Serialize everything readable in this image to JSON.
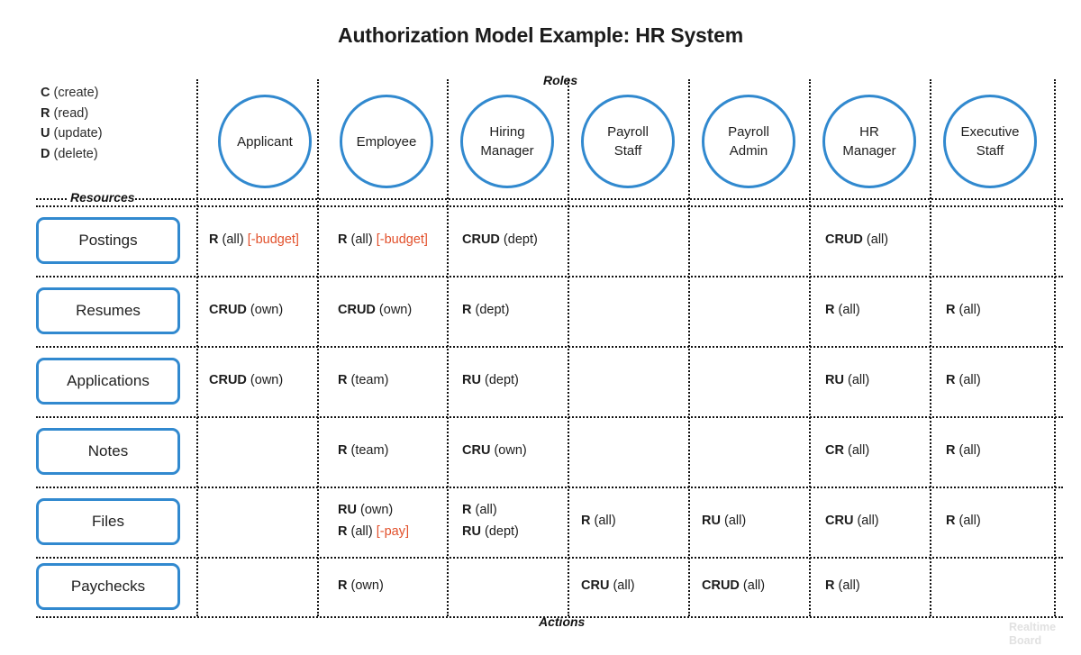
{
  "title": "Authorization Model Example: HR System",
  "captions": {
    "roles": "Roles",
    "actions": "Actions",
    "resources": "Resources"
  },
  "colors": {
    "accent_blue": "#3189cf",
    "note_red": "#e2502b",
    "grid": "#111111",
    "watermark": "#e1e1e1"
  },
  "legend": [
    {
      "letter": "C",
      "meaning": "(create)"
    },
    {
      "letter": "R",
      "meaning": "(read)"
    },
    {
      "letter": "U",
      "meaning": "(update)"
    },
    {
      "letter": "D",
      "meaning": "(delete)"
    }
  ],
  "roles": [
    {
      "id": "applicant",
      "label": "Applicant"
    },
    {
      "id": "employee",
      "label": "Employee"
    },
    {
      "id": "hiring-manager",
      "label": "Hiring\nManager"
    },
    {
      "id": "payroll-staff",
      "label": "Payroll\nStaff"
    },
    {
      "id": "payroll-admin",
      "label": "Payroll\nAdmin"
    },
    {
      "id": "hr-manager",
      "label": "HR\nManager"
    },
    {
      "id": "executive-staff",
      "label": "Executive\nStaff"
    }
  ],
  "resources": [
    {
      "id": "postings",
      "label": "Postings"
    },
    {
      "id": "resumes",
      "label": "Resumes"
    },
    {
      "id": "applications",
      "label": "Applications"
    },
    {
      "id": "notes",
      "label": "Notes"
    },
    {
      "id": "files",
      "label": "Files"
    },
    {
      "id": "paychecks",
      "label": "Paychecks"
    }
  ],
  "matrix": [
    {
      "resource": "Postings",
      "cells": [
        {
          "role": "Applicant",
          "entries": [
            {
              "perm": "R",
              "scope": "(all)",
              "note": "[-budget]"
            }
          ]
        },
        {
          "role": "Employee",
          "entries": [
            {
              "perm": "R",
              "scope": "(all)",
              "note": "[-budget]"
            }
          ]
        },
        {
          "role": "Hiring Manager",
          "entries": [
            {
              "perm": "CRUD",
              "scope": "(dept)",
              "note": ""
            }
          ]
        },
        {
          "role": "Payroll Staff",
          "entries": []
        },
        {
          "role": "Payroll Admin",
          "entries": []
        },
        {
          "role": "HR Manager",
          "entries": [
            {
              "perm": "CRUD",
              "scope": "(all)",
              "note": ""
            }
          ]
        },
        {
          "role": "Executive Staff",
          "entries": []
        }
      ]
    },
    {
      "resource": "Resumes",
      "cells": [
        {
          "role": "Applicant",
          "entries": [
            {
              "perm": "CRUD",
              "scope": "(own)",
              "note": ""
            }
          ]
        },
        {
          "role": "Employee",
          "entries": [
            {
              "perm": "CRUD",
              "scope": "(own)",
              "note": ""
            }
          ]
        },
        {
          "role": "Hiring Manager",
          "entries": [
            {
              "perm": "R",
              "scope": "(dept)",
              "note": ""
            }
          ]
        },
        {
          "role": "Payroll Staff",
          "entries": []
        },
        {
          "role": "Payroll Admin",
          "entries": []
        },
        {
          "role": "HR Manager",
          "entries": [
            {
              "perm": "R",
              "scope": "(all)",
              "note": ""
            }
          ]
        },
        {
          "role": "Executive Staff",
          "entries": [
            {
              "perm": "R",
              "scope": "(all)",
              "note": ""
            }
          ]
        }
      ]
    },
    {
      "resource": "Applications",
      "cells": [
        {
          "role": "Applicant",
          "entries": [
            {
              "perm": "CRUD",
              "scope": "(own)",
              "note": ""
            }
          ]
        },
        {
          "role": "Employee",
          "entries": [
            {
              "perm": "R",
              "scope": "(team)",
              "note": ""
            }
          ]
        },
        {
          "role": "Hiring Manager",
          "entries": [
            {
              "perm": "RU",
              "scope": "(dept)",
              "note": ""
            }
          ]
        },
        {
          "role": "Payroll Staff",
          "entries": []
        },
        {
          "role": "Payroll Admin",
          "entries": []
        },
        {
          "role": "HR Manager",
          "entries": [
            {
              "perm": "RU",
              "scope": "(all)",
              "note": ""
            }
          ]
        },
        {
          "role": "Executive Staff",
          "entries": [
            {
              "perm": "R",
              "scope": "(all)",
              "note": ""
            }
          ]
        }
      ]
    },
    {
      "resource": "Notes",
      "cells": [
        {
          "role": "Applicant",
          "entries": []
        },
        {
          "role": "Employee",
          "entries": [
            {
              "perm": "R",
              "scope": "(team)",
              "note": ""
            }
          ]
        },
        {
          "role": "Hiring Manager",
          "entries": [
            {
              "perm": "CRU",
              "scope": "(own)",
              "note": ""
            }
          ]
        },
        {
          "role": "Payroll Staff",
          "entries": []
        },
        {
          "role": "Payroll Admin",
          "entries": []
        },
        {
          "role": "HR Manager",
          "entries": [
            {
              "perm": "CR",
              "scope": "(all)",
              "note": ""
            }
          ]
        },
        {
          "role": "Executive Staff",
          "entries": [
            {
              "perm": "R",
              "scope": "(all)",
              "note": ""
            }
          ]
        }
      ]
    },
    {
      "resource": "Files",
      "cells": [
        {
          "role": "Applicant",
          "entries": []
        },
        {
          "role": "Employee",
          "entries": [
            {
              "perm": "RU",
              "scope": "(own)",
              "note": ""
            },
            {
              "perm": "R",
              "scope": "(all)",
              "note": "[-pay]"
            }
          ]
        },
        {
          "role": "Hiring Manager",
          "entries": [
            {
              "perm": "R",
              "scope": "(all)",
              "note": ""
            },
            {
              "perm": "RU",
              "scope": "(dept)",
              "note": ""
            }
          ]
        },
        {
          "role": "Payroll Staff",
          "entries": [
            {
              "perm": "R",
              "scope": "(all)",
              "note": ""
            }
          ]
        },
        {
          "role": "Payroll Admin",
          "entries": [
            {
              "perm": "RU",
              "scope": "(all)",
              "note": ""
            }
          ]
        },
        {
          "role": "HR Manager",
          "entries": [
            {
              "perm": "CRU",
              "scope": "(all)",
              "note": ""
            }
          ]
        },
        {
          "role": "Executive Staff",
          "entries": [
            {
              "perm": "R",
              "scope": "(all)",
              "note": ""
            }
          ]
        }
      ]
    },
    {
      "resource": "Paychecks",
      "cells": [
        {
          "role": "Applicant",
          "entries": []
        },
        {
          "role": "Employee",
          "entries": [
            {
              "perm": "R",
              "scope": "(own)",
              "note": ""
            }
          ]
        },
        {
          "role": "Hiring Manager",
          "entries": []
        },
        {
          "role": "Payroll Staff",
          "entries": [
            {
              "perm": "CRU",
              "scope": "(all)",
              "note": ""
            }
          ]
        },
        {
          "role": "Payroll Admin",
          "entries": [
            {
              "perm": "CRUD",
              "scope": "(all)",
              "note": ""
            }
          ]
        },
        {
          "role": "HR Manager",
          "entries": [
            {
              "perm": "R",
              "scope": "(all)",
              "note": ""
            }
          ]
        },
        {
          "role": "Executive Staff",
          "entries": []
        }
      ]
    }
  ],
  "watermark": "Realtime Board"
}
